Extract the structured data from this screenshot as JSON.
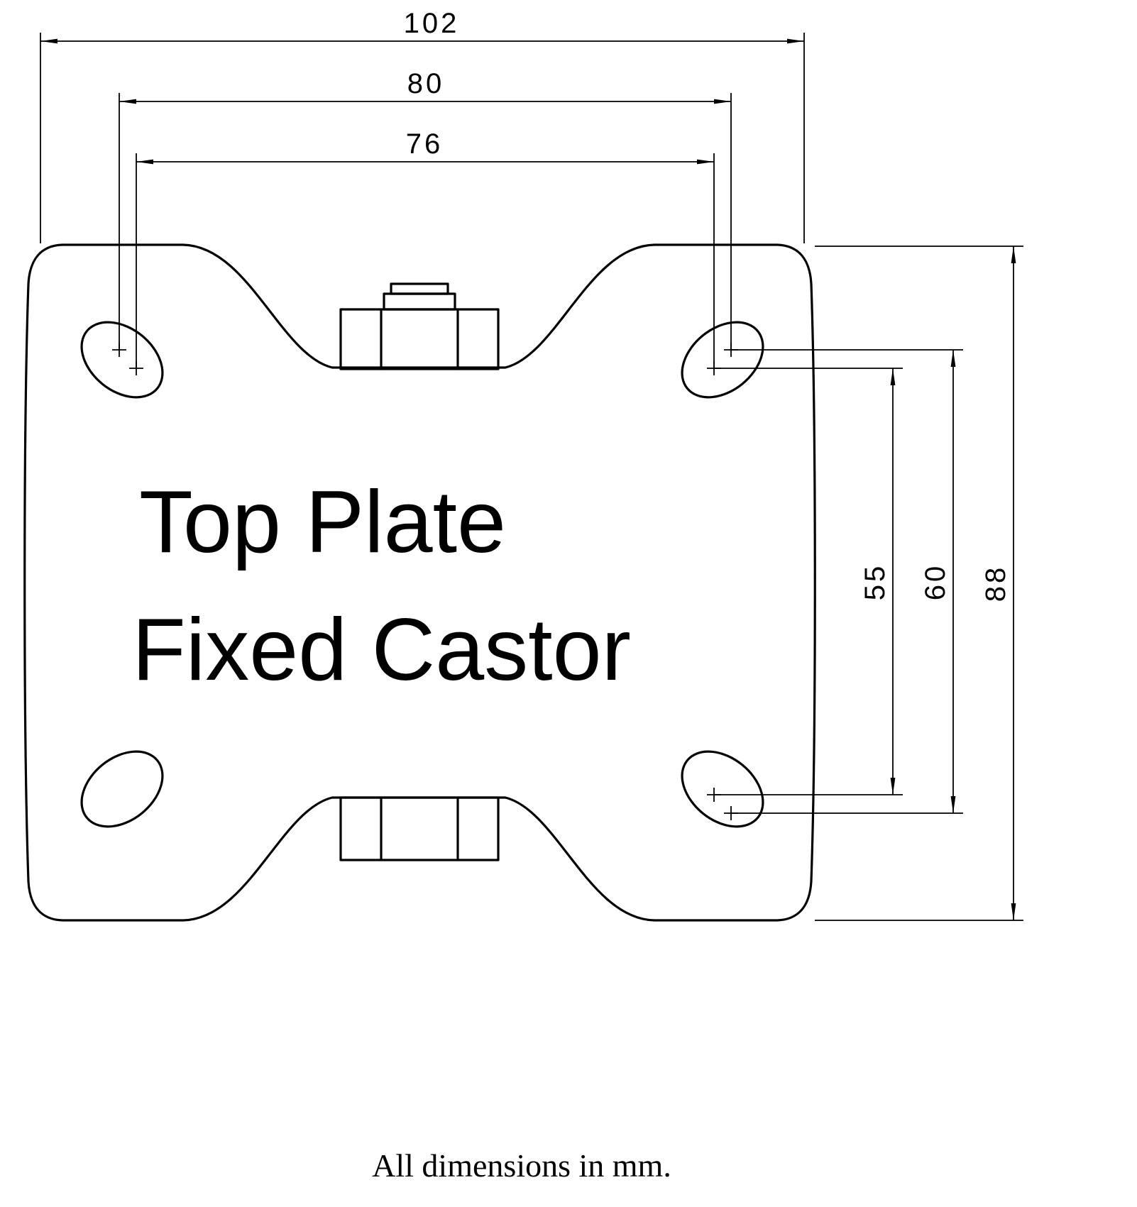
{
  "drawing": {
    "title": {
      "line1": "Top Plate",
      "line2": "Fixed Castor"
    },
    "caption": "All dimensions in mm.",
    "units": "mm",
    "dimensions": {
      "overall_width": "102",
      "bolt_spacing_outer_x": "80",
      "bolt_spacing_inner_x": "76",
      "bolt_spacing_inner_y": "55",
      "bolt_spacing_outer_y": "60",
      "overall_height": "88"
    },
    "colors": {
      "line": "#000000",
      "background": "#ffffff"
    }
  }
}
